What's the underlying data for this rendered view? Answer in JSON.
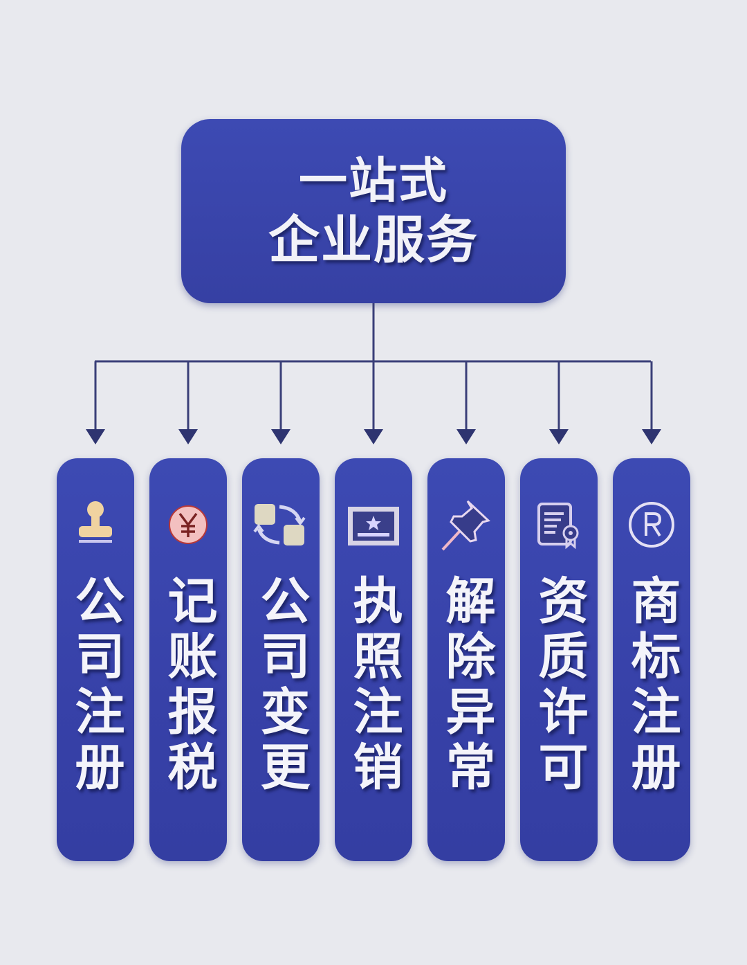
{
  "title": {
    "line1": "一站式",
    "line2": "企业服务"
  },
  "services": [
    {
      "label": "公司注册",
      "icon": "stamp-icon"
    },
    {
      "label": "记账报税",
      "icon": "yen-coin-icon"
    },
    {
      "label": "公司变更",
      "icon": "exchange-icon"
    },
    {
      "label": "执照注销",
      "icon": "license-icon"
    },
    {
      "label": "解除异常",
      "icon": "pushpin-icon"
    },
    {
      "label": "资质许可",
      "icon": "certificate-icon"
    },
    {
      "label": "商标注册",
      "icon": "registered-trademark-icon"
    }
  ],
  "colors": {
    "background": "#e8e9ee",
    "box": "#3a46ad",
    "line": "#3a3f78",
    "text": "#f4f4fa"
  }
}
